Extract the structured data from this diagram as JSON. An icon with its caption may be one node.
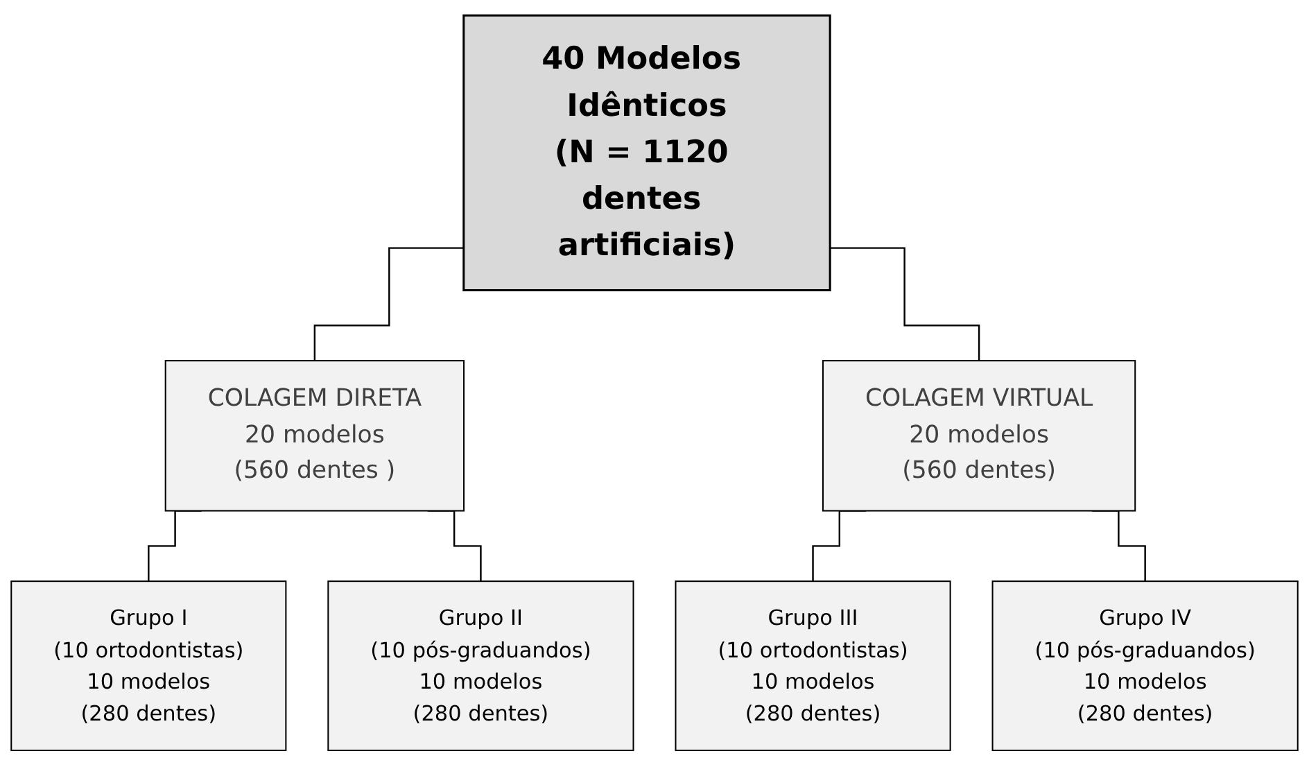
{
  "diagram": {
    "nodes": [
      {
        "text": [
          "40 Modelos Idênticos",
          "(N = 1120 dentes artificiais)"
        ]
      },
      {
        "text": [
          "COLAGEM DIRETA",
          "20 modelos",
          "(560 dentes )"
        ]
      },
      {
        "text": [
          "COLAGEM VIRTUAL",
          "20 modelos",
          "(560 dentes)"
        ]
      },
      {
        "text": [
          "Grupo I",
          "(10 ortodontistas)",
          "10 modelos",
          "(280 dentes)"
        ]
      },
      {
        "text": [
          "Grupo II",
          "(10 pós-graduandos)",
          "10 modelos",
          "(280 dentes)"
        ]
      },
      {
        "text": [
          "Grupo III",
          "(10 ortodontistas)",
          "10 modelos",
          "(280 dentes)"
        ]
      },
      {
        "text": [
          "Grupo IV",
          "(10 pós-graduandos)",
          "10 modelos",
          "(280 dentes)"
        ]
      }
    ],
    "edges": [
      {
        "from": 0,
        "to": 1,
        "arrow": "none"
      },
      {
        "from": 0,
        "to": 2,
        "arrow": "none"
      },
      {
        "from": 1,
        "to": 3,
        "arrow": "none"
      },
      {
        "from": 1,
        "to": 4,
        "arrow": "none"
      },
      {
        "from": 2,
        "to": 5,
        "arrow": "none"
      },
      {
        "from": 2,
        "to": 6,
        "arrow": "none"
      }
    ]
  }
}
